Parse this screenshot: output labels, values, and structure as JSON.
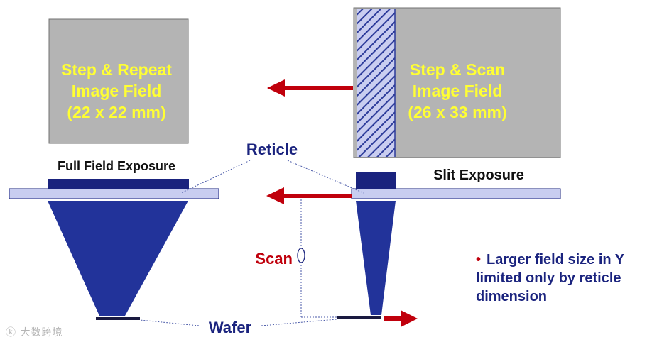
{
  "left_field": {
    "lines": [
      "Step & Repeat",
      "Image Field",
      "(22 x 22 mm)"
    ],
    "caption": "Full Field Exposure"
  },
  "right_field": {
    "lines": [
      "Step & Scan",
      "Image Field",
      "(26 x 33 mm)"
    ],
    "caption": "Slit Exposure"
  },
  "labels": {
    "reticle": "Reticle",
    "scan": "Scan",
    "wafer": "Wafer"
  },
  "bullet": {
    "marker": "•",
    "lines": [
      "Larger field size in Y",
      "limited only by reticle",
      "dimension"
    ]
  },
  "watermark": "大数跨境",
  "colors": {
    "field_gray": "#b4b4b4",
    "field_text": "#ffff33",
    "navy": "#1a237e",
    "lens_blue": "#22339a",
    "reticle_fill": "#c8cdf0",
    "arrow_red": "#c0000c"
  }
}
